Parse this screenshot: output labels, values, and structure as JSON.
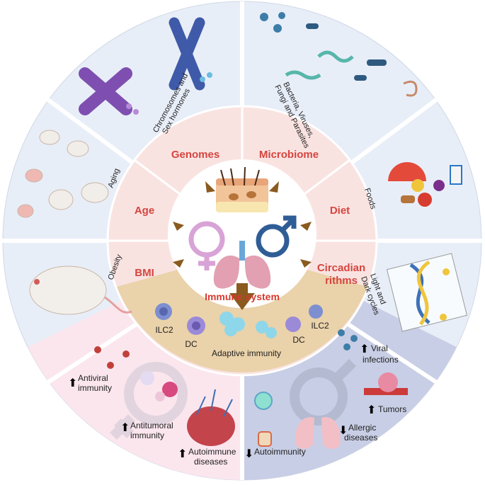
{
  "center": {
    "title": "Immune system",
    "adaptive": "Adaptive immunity",
    "ilc2_left": "ILC2",
    "ilc2_right": "ILC2",
    "dc_left": "DC",
    "dc_right": "DC"
  },
  "categories": {
    "genomes": "Genomes",
    "microbiome": "Microbiome",
    "age": "Age",
    "diet": "Diet",
    "bmi": "BMI",
    "circadian_line1": "Circadian",
    "circadian_line2": "rithms"
  },
  "outer_labels": {
    "chromosomes_line1": "Chromosomes and",
    "chromosomes_line2": "Sex hormones",
    "microbes_line1": "Bacteria, Viruses,",
    "microbes_line2": "Fungi and Parasites",
    "foods": "Foods",
    "light_line1": "Light and",
    "light_line2": "Dark cycles",
    "aging": "Aging",
    "obesity": "Obesity"
  },
  "female_effects": {
    "antiviral_line1": "Antiviral",
    "antiviral_line2": "immunity",
    "antitumoral_line1": "Antitumoral",
    "antitumoral_line2": "immunity",
    "autoimmune_line1": "Autoimmune",
    "autoimmune_line2": "diseases"
  },
  "male_effects": {
    "viral_line1": "Viral",
    "viral_line2": "infections",
    "tumors": "Tumors",
    "allergic_line1": "Allergic",
    "allergic_line2": "diseases",
    "autoimmunity": "Autoimmunity"
  },
  "colors": {
    "female_symbol": "#d8a3d6",
    "male_symbol": "#2f5d96",
    "category_text": "#d6453f",
    "inner_ring": "#f9e3e1",
    "outer_ring": "#e8eef8",
    "immune_band": "#ead2aa",
    "female_sector": "#fbe6ee",
    "male_sector": "#c8cee5",
    "arrow": "#8a5a1e"
  }
}
